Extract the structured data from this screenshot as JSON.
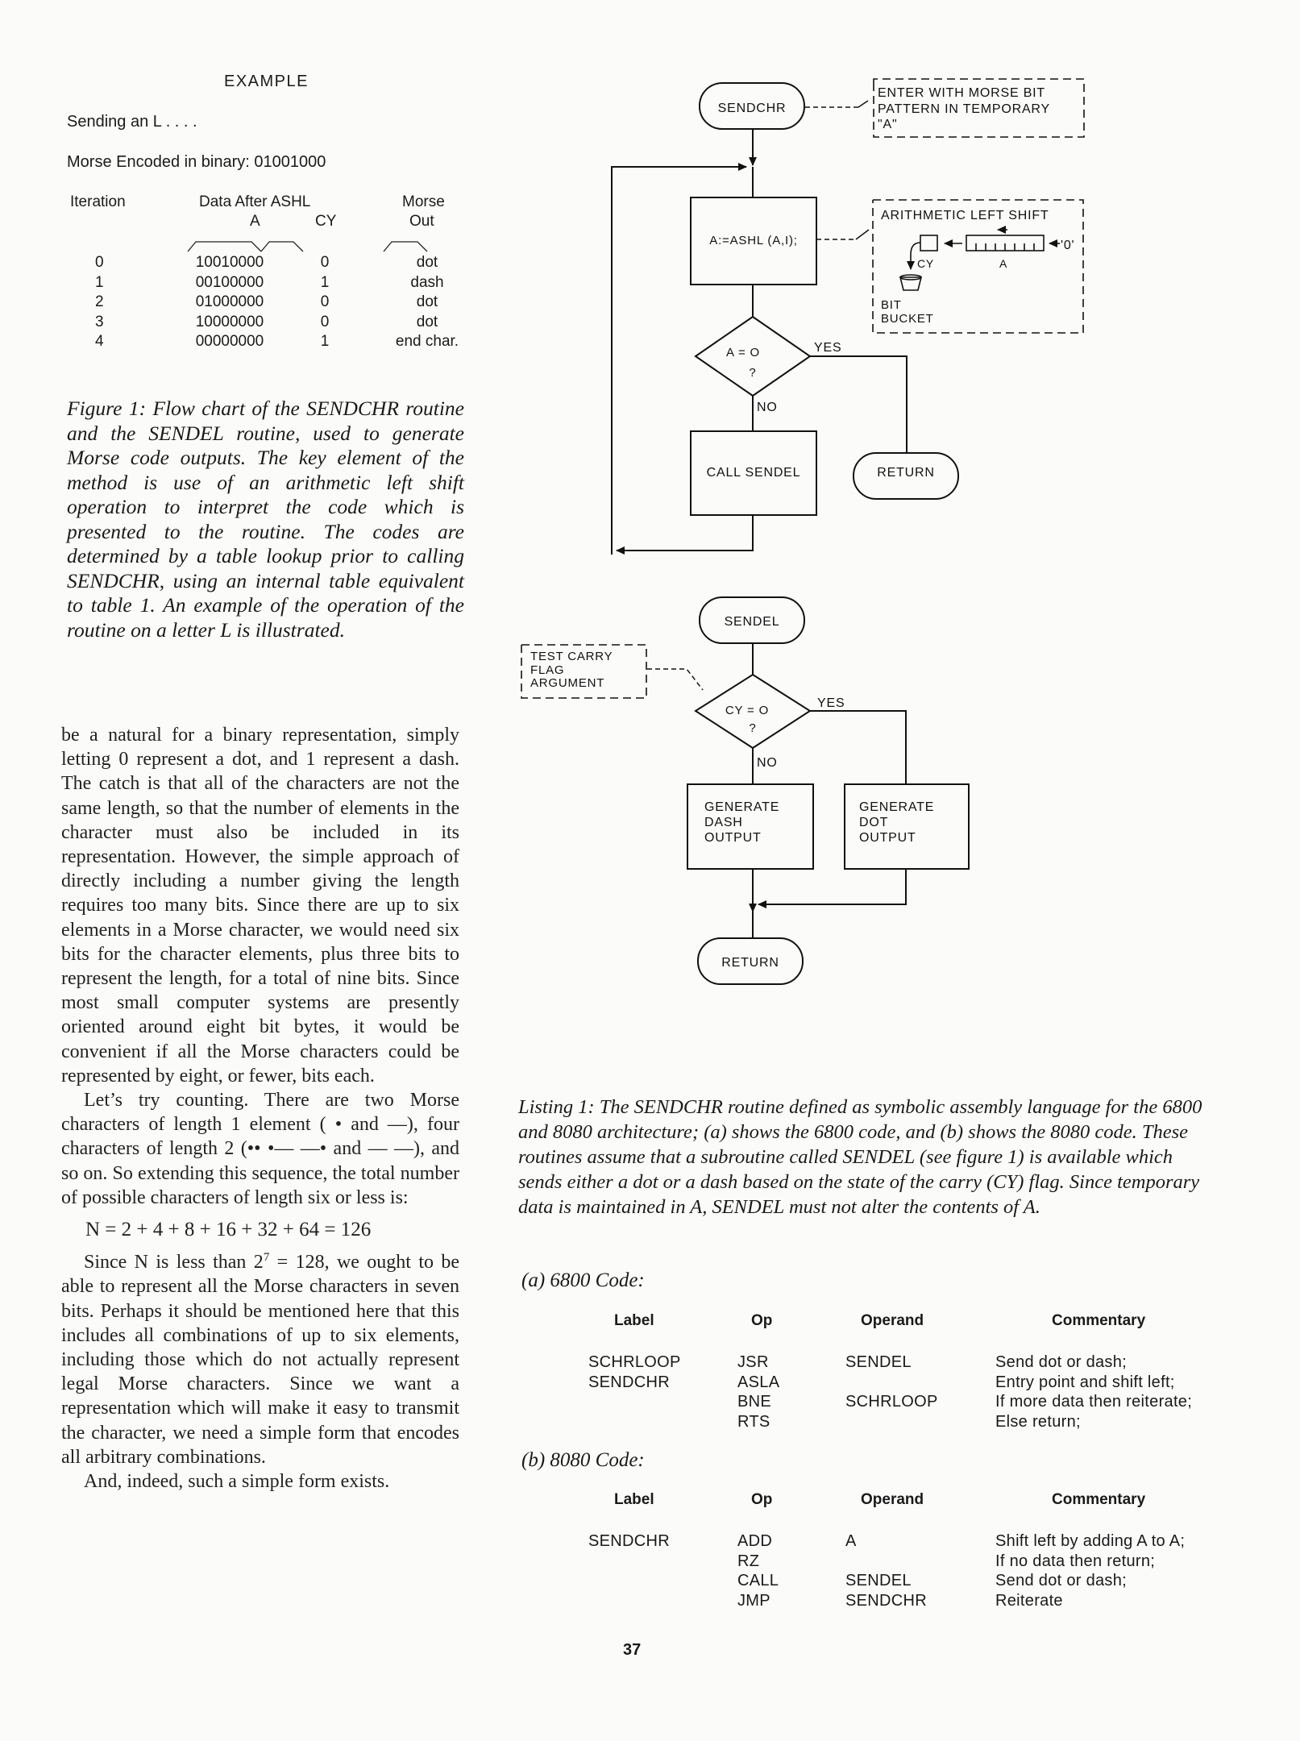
{
  "example": {
    "title": "EXAMPLE",
    "sending": "Sending an L . . . .",
    "encoded": "Morse Encoded in binary: 01001000",
    "headers": {
      "iteration": "Iteration",
      "data_after": "Data After ASHL",
      "a": "A",
      "cy": "CY",
      "morse": "Morse",
      "out": "Out"
    },
    "rows": [
      {
        "it": "0",
        "a": "10010000",
        "cy": "0",
        "out": "dot"
      },
      {
        "it": "1",
        "a": "00100000",
        "cy": "1",
        "out": "dash"
      },
      {
        "it": "2",
        "a": "01000000",
        "cy": "0",
        "out": "dot"
      },
      {
        "it": "3",
        "a": "10000000",
        "cy": "0",
        "out": "dot"
      },
      {
        "it": "4",
        "a": "00000000",
        "cy": "1",
        "out": "end char."
      }
    ]
  },
  "figure_caption": "Figure 1: Flow chart of the SENDCHR routine and the SENDEL routine, used to generate Morse code outputs. The key element of the method is use of an arithmetic left shift operation to interpret the code which is presented to the routine. The codes are determined by a table lookup prior to calling SENDCHR, using an internal table equivalent to table 1. An example of the operation of the routine on a letter L is illustrated.",
  "body": {
    "p1": "be a natural for a binary representation, simply letting 0 represent a dot, and 1 represent a dash. The catch is that all of the characters are not the same length, so that the number of elements in the character must also be included in its representation. However, the simple approach of directly including a number giving the length requires too many bits. Since there are up to six elements in a Morse character, we would need six bits for the character elements, plus three bits to represent the length, for a total of nine bits. Since most small computer systems are presently oriented around eight bit bytes, it would be convenient if all the Morse characters could be represented by eight, or fewer, bits each.",
    "p2": "Let’s try counting. There are two Morse characters of length 1 element ( • and —), four characters of length 2 (•• •— —• and — —), and so on. So extending this sequence, the total number of possible characters of length six or less is:",
    "equation": "N = 2 + 4 + 8 + 16 + 32 + 64 = 126",
    "p3a": "Since N is less than 2",
    "p3sup": "7",
    "p3b": " = 128, we ought to be able to represent all the Morse characters in seven bits. Perhaps it should be mentioned here that this includes all combinations of up to six elements, including those which do not actually represent legal Morse characters. Since we want a representation which will make it easy to transmit the character, we need a simple form that encodes all arbitrary combinations.",
    "p4": "And, indeed, such a simple form exists."
  },
  "flowchart": {
    "sendchr": "SENDCHR",
    "enter_note": [
      "ENTER WITH MORSE BIT",
      "PATTERN IN TEMPORARY",
      "\"A\""
    ],
    "ashl_box": "A:=ASHL (A,I);",
    "ashl_note_title": "ARITHMETIC LEFT SHIFT",
    "ashl_note_cy": "CY",
    "ashl_note_a": "A",
    "ashl_note_zero": "'0'",
    "bit_bucket": [
      "BIT",
      "BUCKET"
    ],
    "decision1": [
      "A = O",
      "?"
    ],
    "yes1": "YES",
    "no1": "NO",
    "call_sendel": "CALL SENDEL",
    "return1": "RETURN",
    "sendel": "SENDEL",
    "test_note": [
      "TEST CARRY",
      "FLAG",
      "ARGUMENT"
    ],
    "decision2": [
      "CY = O",
      "?"
    ],
    "yes2": "YES",
    "no2": "NO",
    "gen_dash": [
      "GENERATE",
      "DASH",
      "OUTPUT"
    ],
    "gen_dot": [
      "GENERATE",
      "DOT",
      "OUTPUT"
    ],
    "return2": "RETURN"
  },
  "listing": {
    "caption": "Listing 1: The SENDCHR routine defined as symbolic assembly language for the 6800 and 8080 architecture; (a) shows the 6800 code, and (b) shows the 8080 code. These routines assume that a subroutine called SENDEL (see figure 1) is available which sends either a dot or a dash based on the state of the carry (CY) flag. Since temporary data is maintained in A, SENDEL must not alter the contents of A.",
    "a_title": "(a)  6800 Code:",
    "b_title": "(b)  8080 Code:",
    "headers": {
      "label": "Label",
      "op": "Op",
      "operand": "Operand",
      "commentary": "Commentary"
    },
    "rows_6800": [
      {
        "label": "SCHRLOOP",
        "op": "JSR",
        "operand": "SENDEL",
        "comment": "Send dot or dash;"
      },
      {
        "label": "SENDCHR",
        "op": "ASLA",
        "operand": "",
        "comment": "Entry point and shift left;"
      },
      {
        "label": "",
        "op": "BNE",
        "operand": "SCHRLOOP",
        "comment": "If more data then reiterate;"
      },
      {
        "label": "",
        "op": "RTS",
        "operand": "",
        "comment": "Else return;"
      }
    ],
    "rows_8080": [
      {
        "label": "SENDCHR",
        "op": "ADD",
        "operand": "A",
        "comment": "Shift left by adding A to A;"
      },
      {
        "label": "",
        "op": "RZ",
        "operand": "",
        "comment": "If no data then return;"
      },
      {
        "label": "",
        "op": "CALL",
        "operand": "SENDEL",
        "comment": "Send dot or dash;"
      },
      {
        "label": "",
        "op": "JMP",
        "operand": "SENDCHR",
        "comment": "Reiterate"
      }
    ]
  },
  "page_number": "37"
}
